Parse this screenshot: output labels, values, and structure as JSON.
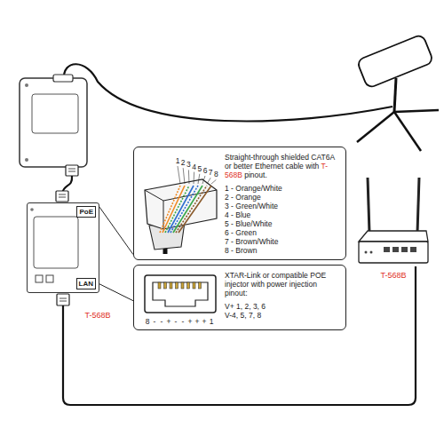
{
  "diagram": {
    "nodes": [
      {
        "text": [
          "Straight-through shielded CAT6A or better Ethernet cable with T-568B pinout.",
          "1 - Orange/White",
          "2 - Orange",
          "3 - Green/White",
          "4 - Blue",
          "5 - Blue/White",
          "6 - Green",
          "7 - Brown/White",
          "8 - Brown"
        ]
      },
      {
        "text": [
          "PoE",
          "LAN"
        ]
      },
      {
        "text": [
          "XTAR-Link or compatible POE injector with power injection pinout:",
          "V+ 1, 2, 3, 6",
          "V-4, 5, 7, 8"
        ]
      }
    ],
    "edges": [
      {
        "from": 1,
        "to": 0,
        "arrow": "none"
      },
      {
        "from": 1,
        "to": 2,
        "arrow": "none"
      }
    ],
    "labels": [
      "1",
      "2",
      "3",
      "4",
      "5",
      "6",
      "7",
      "8",
      "8",
      "-",
      "-",
      "+",
      "-",
      "-",
      "+",
      "+",
      "+",
      "1",
      "T-568B",
      "T-568B"
    ]
  }
}
